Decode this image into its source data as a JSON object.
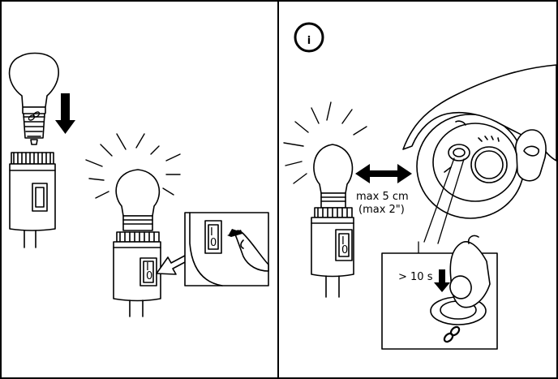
{
  "right_panel": {
    "info_icon_glyph": "i",
    "distance_label_line1": "max 5 cm",
    "distance_label_line2": "(max 2\")",
    "press_duration_label": "> 10 s"
  },
  "switch_marks": {
    "on": "I",
    "off": "0"
  },
  "colors": {
    "ink": "#000000",
    "background": "#ffffff"
  }
}
